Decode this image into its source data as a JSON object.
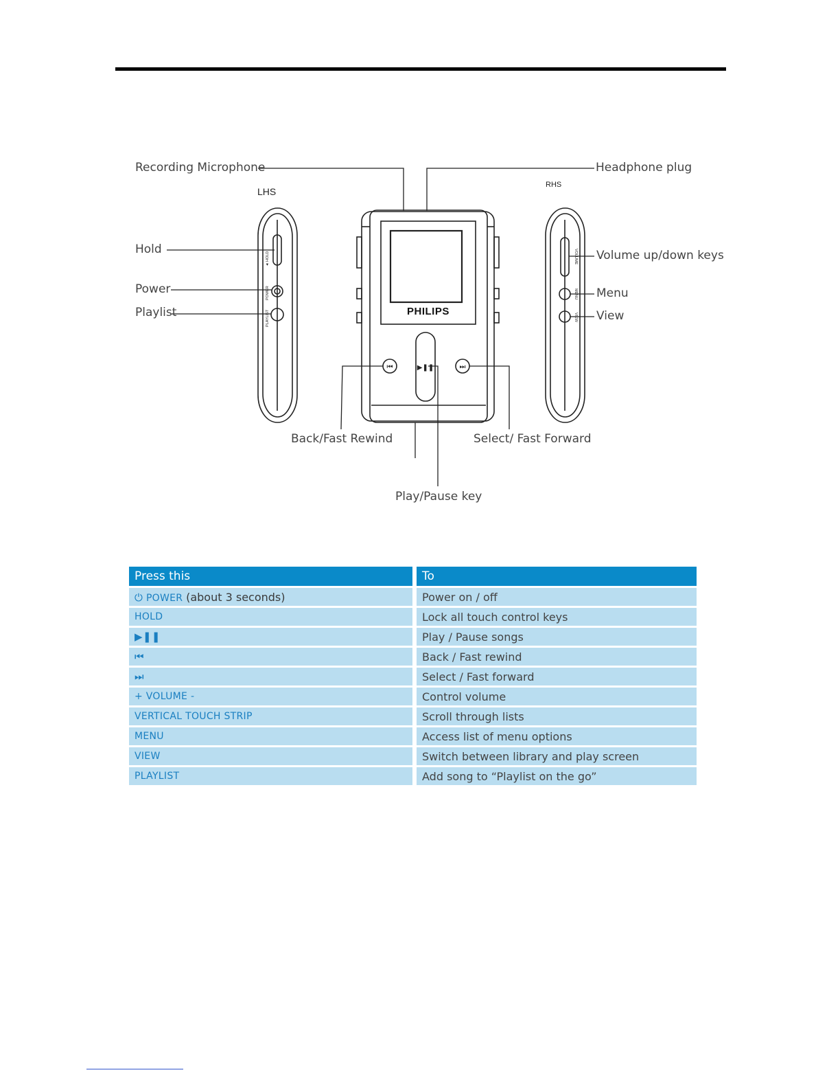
{
  "diagram": {
    "labels": {
      "recording_microphone": "Recording Microphone",
      "headphone_plug": "Headphone plug",
      "lhs": "LHS",
      "rhs": "RHS",
      "hold": "Hold",
      "power": "Power",
      "playlist": "Playlist",
      "volume_keys": "Volume up/down keys",
      "menu": "Menu",
      "view": "View",
      "back_rewind": "Back/Fast Rewind",
      "select_forward": "Select/ Fast Forward",
      "play_pause": "Play/Pause key"
    },
    "brand": "PHILIPS"
  },
  "table": {
    "headers": {
      "press": "Press this",
      "to": "To"
    },
    "rows": [
      {
        "icon": "power-icon",
        "key": "POWER",
        "extra": "(about 3 seconds)",
        "action": "Power on / off"
      },
      {
        "icon": "",
        "key": "HOLD",
        "extra": "",
        "action": "Lock all touch control keys"
      },
      {
        "icon": "play-pause-icon",
        "key": "",
        "extra": "",
        "action": "Play / Pause songs"
      },
      {
        "icon": "rewind-icon",
        "key": "",
        "extra": "",
        "action": "Back / Fast rewind"
      },
      {
        "icon": "fast-forward-icon",
        "key": "",
        "extra": "",
        "action": "Select / Fast forward"
      },
      {
        "icon": "",
        "key": "+ VOLUME  -",
        "extra": "",
        "action": "Control volume"
      },
      {
        "icon": "",
        "key": "VERTICAL TOUCH STRIP",
        "extra": "",
        "action": "Scroll through lists"
      },
      {
        "icon": "",
        "key": "MENU",
        "extra": "",
        "action": "Access list of menu options"
      },
      {
        "icon": "",
        "key": "VIEW",
        "extra": "",
        "action": "Switch between library and play screen"
      },
      {
        "icon": "",
        "key": "PLAYLIST",
        "extra": "",
        "action": "Add song to “Playlist on the go”"
      }
    ]
  },
  "glyphs": {
    "power": "⏻",
    "play_pause": "▶❚❚",
    "rewind": "⏮",
    "fast_forward": "⏭"
  }
}
